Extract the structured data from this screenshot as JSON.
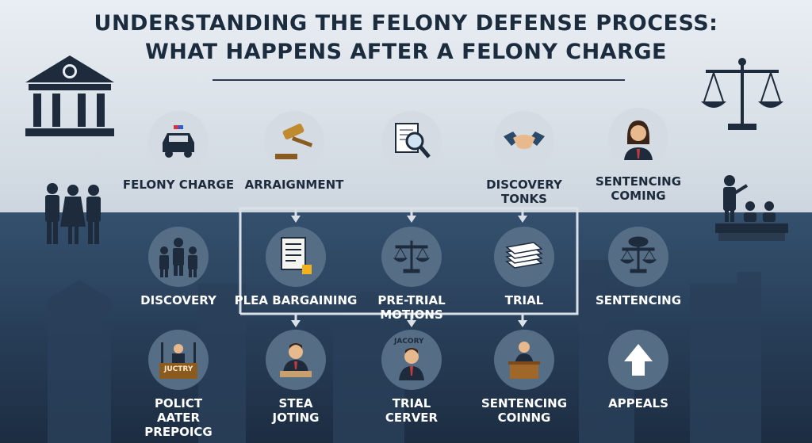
{
  "title": {
    "line1": "UNDERSTANDING THE FELONY DEFENSE PROCESS:",
    "line2": "WHAT HAPPENS AFTER A FELONY CHARGE"
  },
  "row1": [
    {
      "label": [
        "FELONY CHARGE"
      ],
      "icon": "police-car-icon"
    },
    {
      "label": [
        "ARRAIGNMENT"
      ],
      "icon": "gavel-icon"
    },
    {
      "label": [],
      "icon": "document-magnifier-icon"
    },
    {
      "label": [
        "DISCOVERY",
        "TONKS"
      ],
      "icon": "handshake-icon"
    },
    {
      "label": [
        "SENTENCING",
        "COMING"
      ],
      "icon": "lawyer-icon"
    }
  ],
  "row2": [
    {
      "label": [
        "DISCOVERY"
      ],
      "icon": "group-icon"
    },
    {
      "label": [
        "PLEA BARGAINING"
      ],
      "icon": "document-icon"
    },
    {
      "label": [
        "PRE-TRIAL MOTIONS"
      ],
      "icon": "scales-icon"
    },
    {
      "label": [
        "TRIAL"
      ],
      "icon": "paper-stack-icon"
    },
    {
      "label": [
        "SENTENCING"
      ],
      "icon": "scales-cloud-icon"
    }
  ],
  "row3": [
    {
      "label": [
        "POLICT",
        "AATER",
        "PREPOICG"
      ],
      "icon": "judge-bench-icon",
      "badge": "JUCTRY"
    },
    {
      "label": [
        "STEA",
        "JOTING"
      ],
      "icon": "judge-icon"
    },
    {
      "label": [
        "TRIAL",
        "CERVER"
      ],
      "icon": "juror-icon",
      "badge": "JACORY"
    },
    {
      "label": [
        "SENTENCING",
        "COINNG"
      ],
      "icon": "podium-icon"
    },
    {
      "label": [
        "APPEALS"
      ],
      "icon": "arrow-up-icon"
    }
  ],
  "colors": {
    "title": "#1c2c3f",
    "sky_top": "#e9eef3",
    "navy": "#1c2d42",
    "connector": "#d9e0e7"
  }
}
